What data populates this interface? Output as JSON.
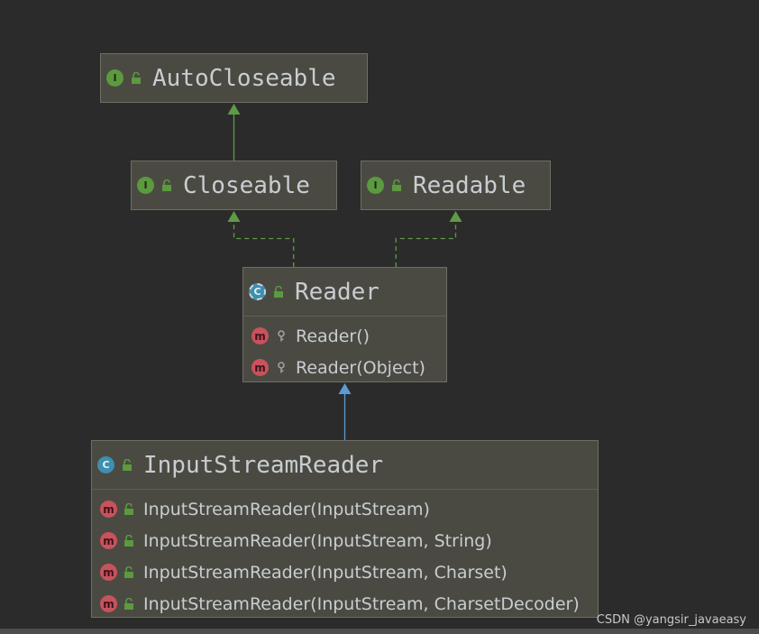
{
  "diagram": {
    "nodes": [
      {
        "id": "autocloseable",
        "kind": "interface",
        "badge": "I",
        "name": "AutoCloseable",
        "members": []
      },
      {
        "id": "closeable",
        "kind": "interface",
        "badge": "I",
        "name": "Closeable",
        "members": []
      },
      {
        "id": "readable",
        "kind": "interface",
        "badge": "I",
        "name": "Readable",
        "members": []
      },
      {
        "id": "reader",
        "kind": "abstract-class",
        "badge": "C",
        "name": "Reader",
        "members": [
          {
            "badge": "m",
            "visibility": "protected",
            "label": "Reader()"
          },
          {
            "badge": "m",
            "visibility": "protected",
            "label": "Reader(Object)"
          }
        ]
      },
      {
        "id": "inputstreamreader",
        "kind": "class",
        "badge": "C",
        "name": "InputStreamReader",
        "members": [
          {
            "badge": "m",
            "visibility": "public",
            "label": "InputStreamReader(InputStream)"
          },
          {
            "badge": "m",
            "visibility": "public",
            "label": "InputStreamReader(InputStream, String)"
          },
          {
            "badge": "m",
            "visibility": "public",
            "label": "InputStreamReader(InputStream, Charset)"
          },
          {
            "badge": "m",
            "visibility": "public",
            "label": "InputStreamReader(InputStream, CharsetDecoder)"
          }
        ]
      }
    ],
    "edges": [
      {
        "from": "closeable",
        "to": "autocloseable",
        "type": "extends"
      },
      {
        "from": "reader",
        "to": "closeable",
        "type": "implements"
      },
      {
        "from": "reader",
        "to": "readable",
        "type": "implements"
      },
      {
        "from": "inputstreamreader",
        "to": "reader",
        "type": "extends-class"
      }
    ],
    "colors": {
      "background": "#2b2b2b",
      "node_fill": "#4a4a42",
      "interface_badge": "#5b9a3f",
      "class_badge": "#3e8fb0",
      "method_badge": "#c8525d",
      "interface_edge": "#5e9b47",
      "class_edge": "#5b9bd5"
    }
  },
  "watermark": "CSDN @yangsir_javaeasy"
}
